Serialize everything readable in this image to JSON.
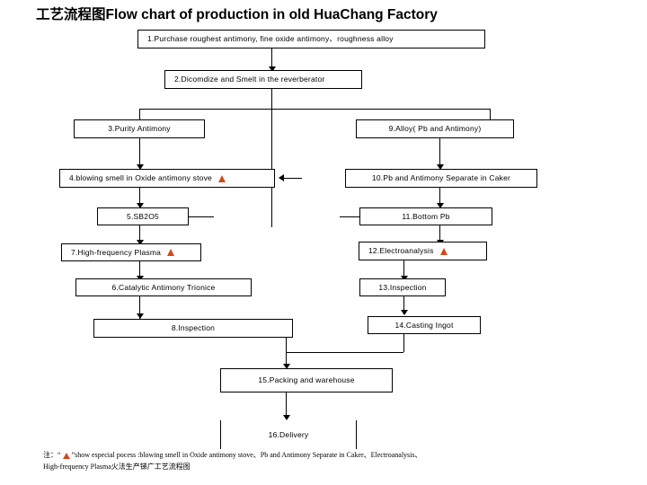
{
  "header": {
    "title_cn": "工艺流程图",
    "title_en": "Flow chart of production in old HuaChang Factory"
  },
  "diagram": {
    "type": "flowchart",
    "marker_color": "#d2481a",
    "marker_icon": "warning-triangle-icon",
    "nodes": [
      {
        "id": "n1",
        "label": "1.Purchase roughest antimony, fine oxide antimony、roughness alloy",
        "marked": false
      },
      {
        "id": "n2",
        "label": "2.Dicomdize and Smelt in the reverberator",
        "marked": false
      },
      {
        "id": "n3",
        "label": "3.Purity Antimony",
        "marked": false
      },
      {
        "id": "n4",
        "label": "4.blowing smell in Oxide antimony stove",
        "marked": true
      },
      {
        "id": "n5",
        "label": "5.SB2O5",
        "marked": false
      },
      {
        "id": "n6",
        "label": "6.Catalytic Antimony Trionice",
        "marked": false
      },
      {
        "id": "n7",
        "label": "7.High-frequency  Plasma",
        "marked": true
      },
      {
        "id": "n8",
        "label": "8.Inspection",
        "marked": false
      },
      {
        "id": "n9",
        "label": "9.Alloy( Pb and Antimony)",
        "marked": false
      },
      {
        "id": "n10",
        "label": "10.Pb and Antimony  Separate  in  Caker",
        "marked": false
      },
      {
        "id": "n11",
        "label": "11.Bottom Pb",
        "marked": false
      },
      {
        "id": "n12",
        "label": "12.Electroanalysis",
        "marked": true
      },
      {
        "id": "n13",
        "label": "13.Inspection",
        "marked": false
      },
      {
        "id": "n14",
        "label": "14.Casting Ingot",
        "marked": false
      },
      {
        "id": "n15",
        "label": "15.Packing and warehouse",
        "marked": false
      },
      {
        "id": "n16",
        "label": "16.Delivery",
        "marked": false
      }
    ]
  },
  "footnote": {
    "line1": "注：“  ”show especial pocess :blowing smell in Oxide antimony stove、Pb and Antimony Separate in Caker、Electroanalysis、",
    "line2_en": "High-frequency  Plasma",
    "line2_cn": "火法生产锑广工艺流程图"
  }
}
